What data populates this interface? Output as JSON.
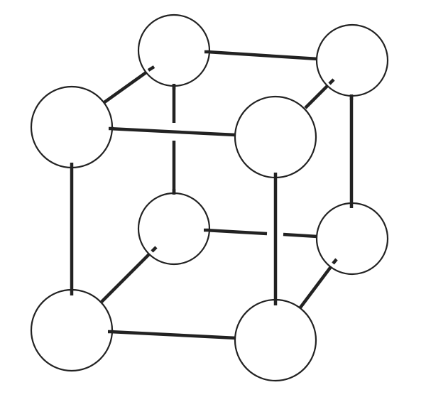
{
  "diagram": {
    "type": "cubic-lattice",
    "node_count": 8,
    "edge_count": 12,
    "colors": {
      "background": "#ffffff",
      "line": "#222222",
      "node_fill": "#ffffff"
    }
  }
}
